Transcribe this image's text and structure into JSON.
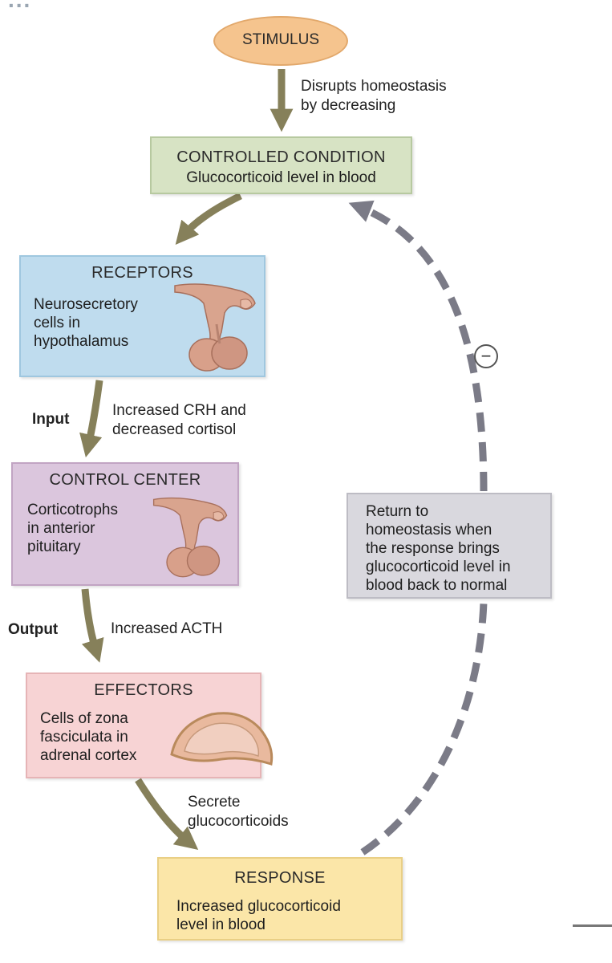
{
  "header_fragment": "...",
  "stimulus": {
    "label": "STIMULUS",
    "color": "#f5c48e"
  },
  "disrupts_note": "Disrupts homeostasis\nby decreasing",
  "controlled_condition": {
    "title": "CONTROLLED CONDITION",
    "body": "Glucocorticoid level in blood",
    "color": "#d7e3c4"
  },
  "receptors": {
    "title": "RECEPTORS",
    "body": "Neurosecretory\ncells in\nhypothalamus",
    "icon": "hypothalamus-pituitary-icon",
    "color": "#bfdcee"
  },
  "input": {
    "label": "Input",
    "note": "Increased CRH and\ndecreased cortisol"
  },
  "control_center": {
    "title": "CONTROL CENTER",
    "body": "Corticotrophs\nin anterior\npituitary",
    "icon": "pituitary-icon",
    "color": "#dbc6dd"
  },
  "output": {
    "label": "Output",
    "note": "Increased ACTH"
  },
  "effectors": {
    "title": "EFFECTORS",
    "body": "Cells of zona\nfasciculata in\nadrenal cortex",
    "icon": "adrenal-cortex-icon",
    "color": "#f7d3d4"
  },
  "secrete_note": "Secrete\nglucocorticoids",
  "response": {
    "title": "RESPONSE",
    "body": "Increased glucocorticoid\nlevel in blood",
    "color": "#fbe6a8"
  },
  "feedback": {
    "symbol": "−",
    "note": "Return to\nhomeostasis when\nthe response brings\nglucocorticoid level in\nblood back to normal",
    "note_color": "#d9d8de",
    "dash_color": "#7b7b87"
  },
  "arrow_color": "#86805a"
}
